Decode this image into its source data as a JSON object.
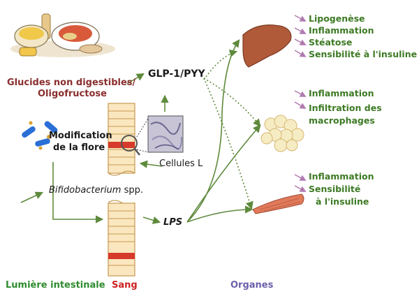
{
  "inputs": {
    "glucides_line1": "Glucides non digestibles/",
    "glucides_line2": "Oligofructose"
  },
  "flora": {
    "label_line1": "Modification",
    "label_line2": "de la flore"
  },
  "bifido": {
    "genus": "Bifidobacterium",
    "suffix": " spp."
  },
  "hormones": {
    "glp": "GLP-1/PYY",
    "lps": "LPS",
    "cellules": "Cellules L"
  },
  "liver_effects": [
    "Lipogenèse",
    "Inflammation",
    "Stéatose",
    "Sensibilité à l'insuline"
  ],
  "adipose_effects": [
    "Inflammation",
    "Infiltration des",
    "macrophages"
  ],
  "muscle_effects": [
    "Inflammation",
    "Sensibilité",
    "à l'insuline"
  ],
  "footer": {
    "lumiere": "Lumière intestinale",
    "sang": "Sang",
    "organes": "Organes"
  },
  "colors": {
    "footer_lumiere": "#2e8b2e",
    "footer_sang": "#cc2222",
    "footer_organes": "#6a5fa8",
    "effect_text": "#3d7a24",
    "effect_arrow": "#b07ab0",
    "arrow": "#5e8a3c",
    "intestine_fill": "#fbe7bf"
  }
}
